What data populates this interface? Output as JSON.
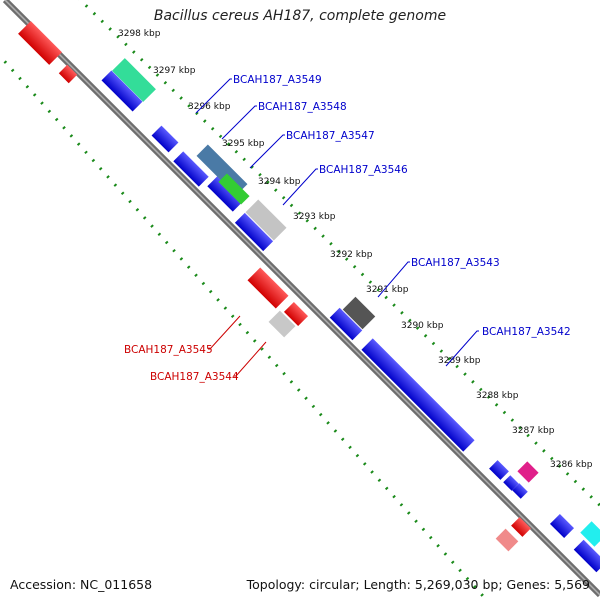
{
  "title": "Bacillus cereus AH187, complete genome",
  "accession": "Accession: NC_011658",
  "summary": "Topology: circular; Length: 5,269,030 bp; Genes: 5,569",
  "ticks": [
    "3298 kbp",
    "3297 kbp",
    "3296 kbp",
    "3295 kbp",
    "3294 kbp",
    "3293 kbp",
    "3292 kbp",
    "3291 kbp",
    "3290 kbp",
    "3289 kbp",
    "3288 kbp",
    "3287 kbp",
    "3286 kbp"
  ],
  "gene_labels": {
    "a3549": "BCAH187_A3549",
    "a3548": "BCAH187_A3548",
    "a3547": "BCAH187_A3547",
    "a3546": "BCAH187_A3546",
    "a3543": "BCAH187_A3543",
    "a3542": "BCAH187_A3542",
    "a3545": "BCAH187_A3545",
    "a3544": "BCAH187_A3544"
  },
  "colors": {
    "forward": "#0000ee",
    "reverse": "#ee0000",
    "label_forward": "#0000cc",
    "label_reverse": "#cc0000",
    "backbone": "#777777",
    "tick_dots": "#1a8a1a"
  }
}
